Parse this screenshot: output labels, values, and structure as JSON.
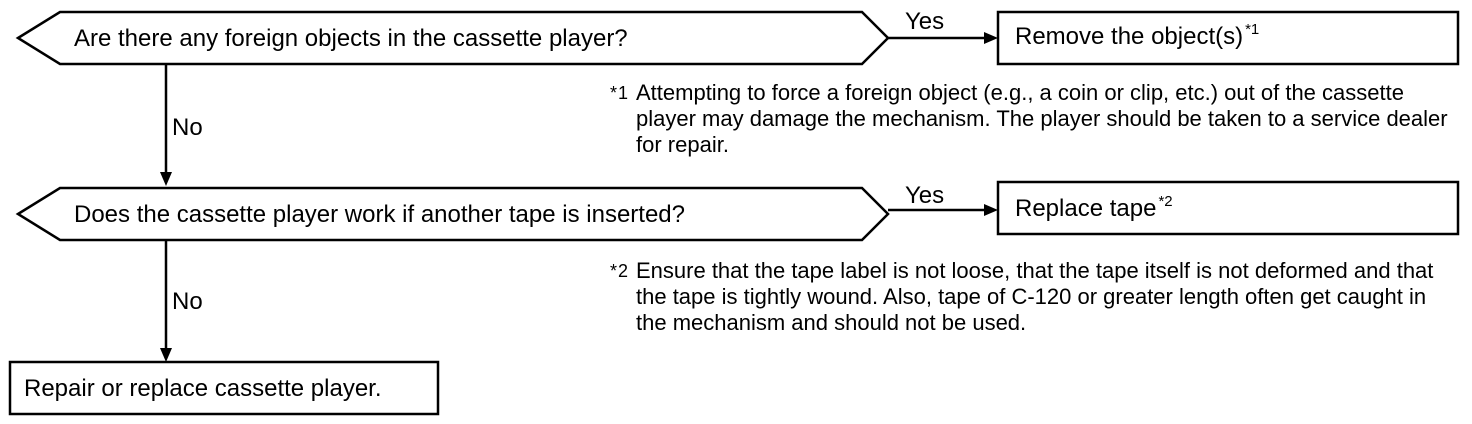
{
  "nodes": {
    "q1": "Are there any foreign objects in the cassette player?",
    "q2": "Does the cassette player work if another tape is inserted?",
    "action1": "Remove the object(s)",
    "action1_ref": "*1",
    "action2": "Replace tape",
    "action2_ref": "*2",
    "end": "Repair or replace cassette player."
  },
  "edges": {
    "yes1": "Yes",
    "no1": "No",
    "yes2": "Yes",
    "no2": "No"
  },
  "notes": {
    "n1_mark": "*1",
    "n1_text": "Attempting to force a foreign object (e.g., a coin or clip, etc.) out of the cassette player may damage the mechanism. The player should be taken to a service dealer for repair.",
    "n2_mark": "*2",
    "n2_text": "Ensure that the tape label is not loose, that the tape itself is not deformed and that the tape is tightly wound. Also, tape of C-120 or greater length often get caught in the mechanism and should not be used."
  }
}
